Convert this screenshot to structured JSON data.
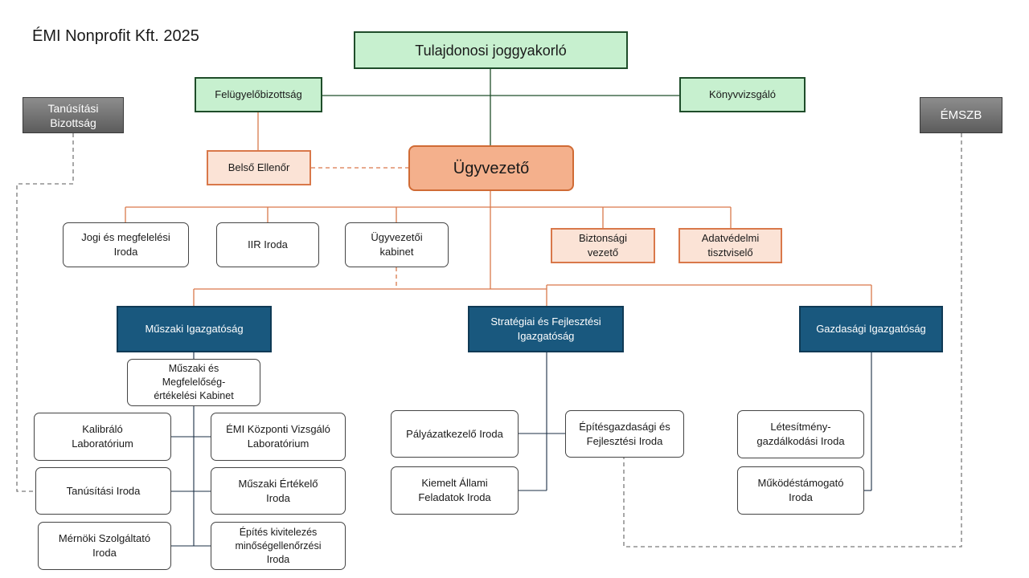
{
  "title": "ÉMI Nonprofit Kft. 2025",
  "nodes": {
    "owner": "Tulajdonosi joggyakorló",
    "supervisory_board": "Felügyelőbizottság",
    "auditor": "Könyvvizsgáló",
    "certification_committee": "Tanúsítási\nBizottság",
    "emszb": "ÉMSZB",
    "internal_auditor": "Belső Ellenőr",
    "ceo": "Ügyvezető",
    "legal_office": "Jogi és megfelelési\nIroda",
    "iir_office": "IIR Iroda",
    "ceo_cabinet": "Ügyvezetői\nkabinet",
    "security_officer": "Biztonsági\nvezető",
    "data_protection_officer": "Adatvédelmi\ntisztviselő",
    "technical_directorate": "Műszaki Igazgatóság",
    "strategy_directorate": "Stratégiai és Fejlesztési\nIgazgatóság",
    "economic_directorate": "Gazdasági Igazgatóság",
    "technical_cabinet": "Műszaki és\nMegfelelőség-\nértékelési Kabinet",
    "calibration_lab": "Kalibráló\nLaboratórium",
    "central_test_lab": "ÉMI Központi Vizsgáló\nLaboratórium",
    "certification_office": "Tanúsítási Iroda",
    "technical_evaluator": "Műszaki Értékelő\nIroda",
    "engineering_services": "Mérnöki Szolgáltató\nIroda",
    "construction_quality": "Építés kivitelezés\nminőségellenőrzési\nIroda",
    "tender_office": "Pályázatkezelő Iroda",
    "construction_economics": "Építésgazdasági és\nFejlesztési Iroda",
    "state_tasks": "Kiemelt Állami\nFeladatok Iroda",
    "facility_management": "Létesítmény-\ngazdálkodási Iroda",
    "operations_support": "Működéstámogató\nIroda"
  },
  "colors": {
    "green_line": "#1f4d2a",
    "orange_line": "#d9784a",
    "navy_line": "#1b2f45",
    "grey_dash": "#7a7a7a"
  }
}
